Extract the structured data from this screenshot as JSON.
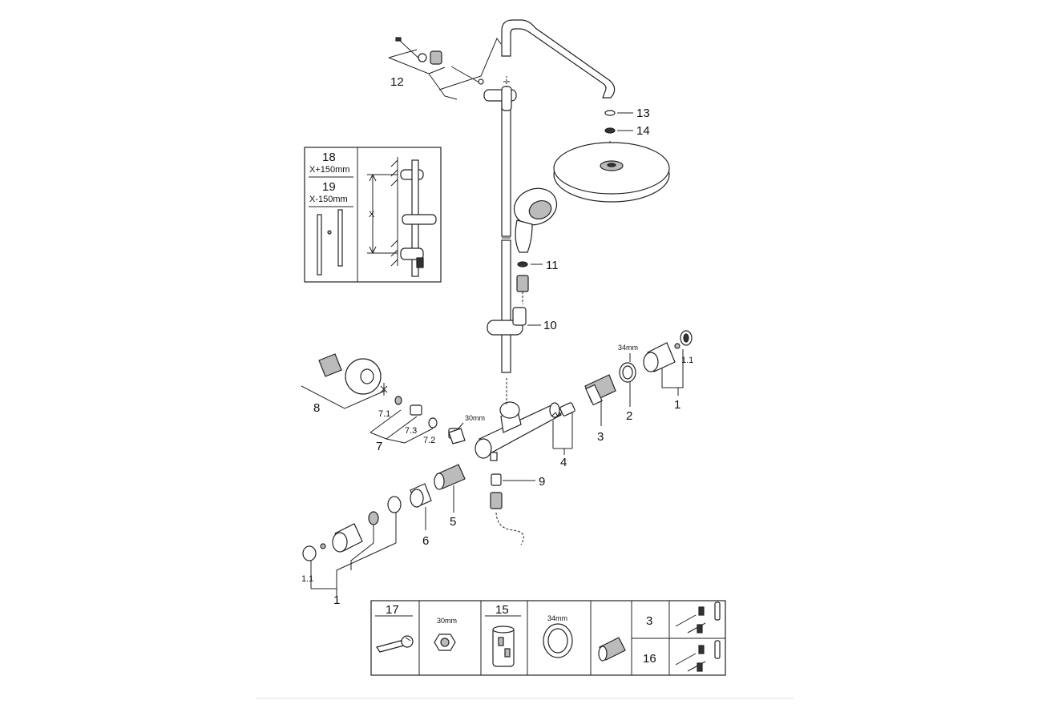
{
  "callouts": {
    "p1_right": "1",
    "p1_1_right": "1.1",
    "p2": "2",
    "p2_size": "34mm",
    "p3": "3",
    "p4": "4",
    "p5": "5",
    "p6": "6",
    "p7": "7",
    "p7_1": "7.1",
    "p7_2": "7.2",
    "p7_3": "7.3",
    "p7_size": "30mm",
    "p8": "8",
    "p9": "9",
    "p10": "10",
    "p11": "11",
    "p12": "12",
    "p13": "13",
    "p14": "14",
    "p1_left": "1",
    "p1_1_left": "1.1"
  },
  "inset": {
    "item18": "18",
    "item18_desc": "X+150mm",
    "item19": "19",
    "item19_desc": "X-150mm",
    "dim_label": "X"
  },
  "legend": {
    "item17": "17",
    "size_30": "30mm",
    "item15": "15",
    "size_34": "34mm",
    "item3": "3",
    "item16": "16"
  },
  "icons": [
    "wrench-icon",
    "nut-icon",
    "cartridge-icon",
    "ring-icon",
    "thermo-cartridge-icon",
    "screw-dowel-icon"
  ]
}
